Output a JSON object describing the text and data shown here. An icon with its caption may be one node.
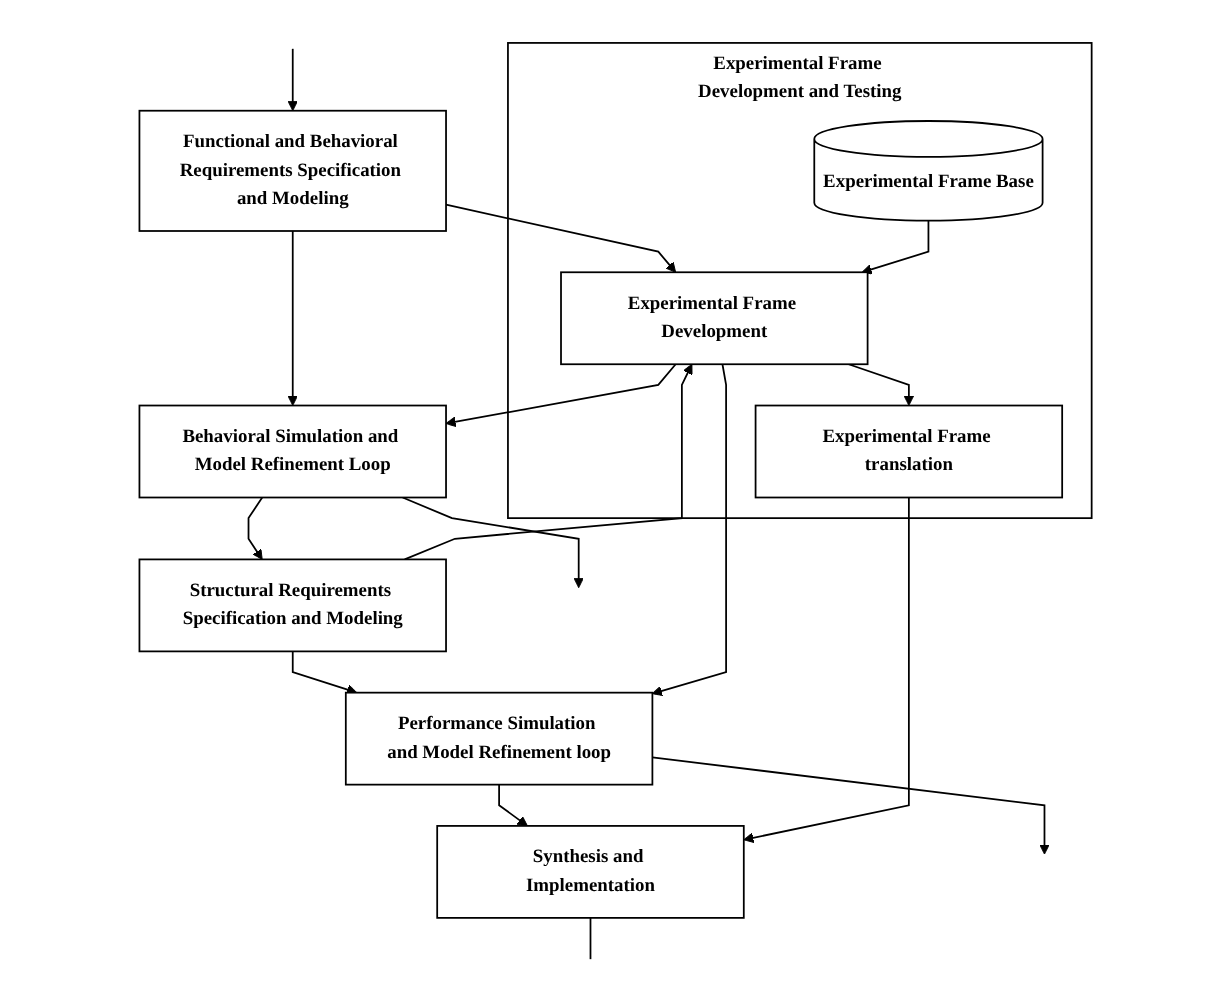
{
  "diagram": {
    "nodes": [
      {
        "text": [
          "Experimental Frame Development and Testing"
        ]
      },
      {
        "text": [
          "Functional and Behavioral Requirements Specification and Modeling"
        ]
      },
      {
        "text": [
          "Experimental Frame Base"
        ],
        "in": 0
      },
      {
        "text": [
          "Experimental Frame Development"
        ],
        "in": 0
      },
      {
        "text": [
          "Behavioral Simulation and Model Refinement Loop"
        ]
      },
      {
        "text": [
          "Structural Requirements Specification and Modeling"
        ]
      },
      {
        "text": [
          "Performance Simulation and Model Refinement loop"
        ]
      },
      {
        "text": [
          "Experimental Frame translation"
        ],
        "in": 0
      },
      {
        "text": [
          "Synthesis and Implementation"
        ]
      }
    ],
    "edges": [
      {
        "from": null,
        "to": 1,
        "arrow": "to"
      },
      {
        "from": 1,
        "to": 3,
        "arrow": "to"
      },
      {
        "from": 2,
        "to": 3,
        "arrow": "to"
      },
      {
        "from": 1,
        "to": 4,
        "arrow": "to"
      },
      {
        "from": 3,
        "to": 4,
        "arrow": "to"
      },
      {
        "from": 4,
        "to": null,
        "arrow": "to"
      },
      {
        "from": 4,
        "to": 5,
        "arrow": "to"
      },
      {
        "from": 5,
        "to": 3,
        "arrow": "to"
      },
      {
        "from": 5,
        "to": 6,
        "arrow": "to"
      },
      {
        "from": 3,
        "to": 6,
        "arrow": "to"
      },
      {
        "from": 6,
        "to": null,
        "arrow": "to"
      },
      {
        "from": 3,
        "to": 7,
        "arrow": "to"
      },
      {
        "from": 6,
        "to": 8,
        "arrow": "to"
      },
      {
        "from": 7,
        "to": 8,
        "arrow": "to"
      },
      {
        "from": 8,
        "to": null,
        "arrow": "none"
      }
    ]
  }
}
